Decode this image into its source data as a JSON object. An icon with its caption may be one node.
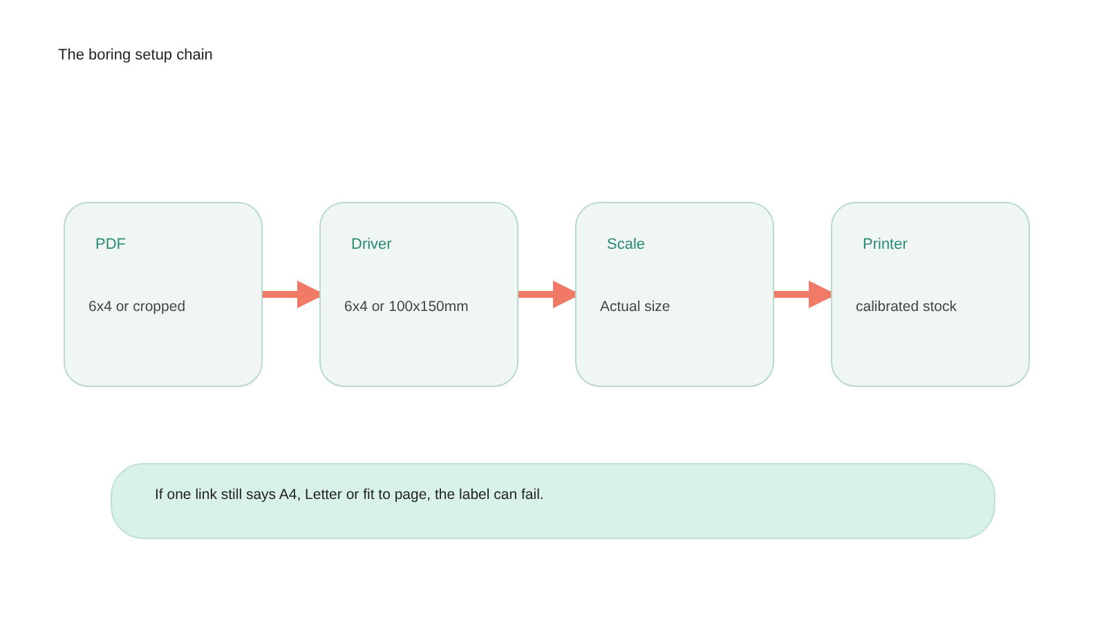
{
  "diagram": {
    "title": "The boring setup chain",
    "nodes": [
      {
        "text": [
          "PDF",
          "6x4 or cropped"
        ]
      },
      {
        "text": [
          "Driver",
          "6x4 or 100x150mm"
        ]
      },
      {
        "text": [
          "Scale",
          "Actual size"
        ]
      },
      {
        "text": [
          "Printer",
          "calibrated stock"
        ]
      },
      {
        "text": [
          "If one link still says A4, Letter or fit to page, the label can fail."
        ]
      }
    ],
    "edges": [
      {
        "from": 0,
        "to": 1,
        "arrow": "to"
      },
      {
        "from": 1,
        "to": 2,
        "arrow": "to"
      },
      {
        "from": 2,
        "to": 3,
        "arrow": "to"
      }
    ]
  }
}
